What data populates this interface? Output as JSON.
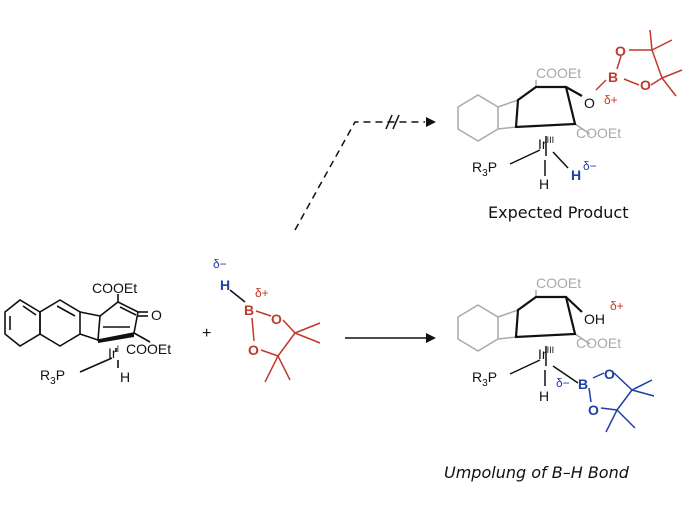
{
  "colors": {
    "black": "#111111",
    "red": "#c0392b",
    "blue": "#1f3fa8",
    "gray": "#a9a9a9"
  },
  "reactant": {
    "ester_top": "COOEt",
    "ketone_o": "O",
    "ester_right": "COOEt",
    "metal": "Ir",
    "metal_ox": "I",
    "ligand_r": "R",
    "ligand_sub": "3",
    "ligand_p": "P",
    "hydride": "H"
  },
  "plus": "+",
  "hbpin": {
    "delta_minus": "δ−",
    "h": "H",
    "b": "B",
    "delta_plus": "δ+",
    "o_top": "O",
    "o_bottom": "O"
  },
  "product_top": {
    "ester_top": "COOEt",
    "ester_right": "COOEt",
    "phenoxide_o": "O",
    "b": "B",
    "o_top": "O",
    "o_right": "O",
    "delta_plus": "δ+",
    "metal": "Ir",
    "metal_ox": "III",
    "ligand_r": "R",
    "ligand_sub": "3",
    "ligand_p": "P",
    "h_lower": "H",
    "hydride": "H",
    "delta_minus": "δ−",
    "caption": "Expected Product"
  },
  "product_bottom": {
    "ester_top": "COOEt",
    "ester_right": "COOEt",
    "oh": "OH",
    "delta_plus": "δ+",
    "metal": "Ir",
    "metal_ox": "III",
    "ligand_r": "R",
    "ligand_sub": "3",
    "ligand_p": "P",
    "h_lower": "H",
    "delta_minus": "δ−",
    "b": "B",
    "o_top": "O",
    "o_bottom": "O",
    "caption": "Umpolung of B–H Bond"
  }
}
